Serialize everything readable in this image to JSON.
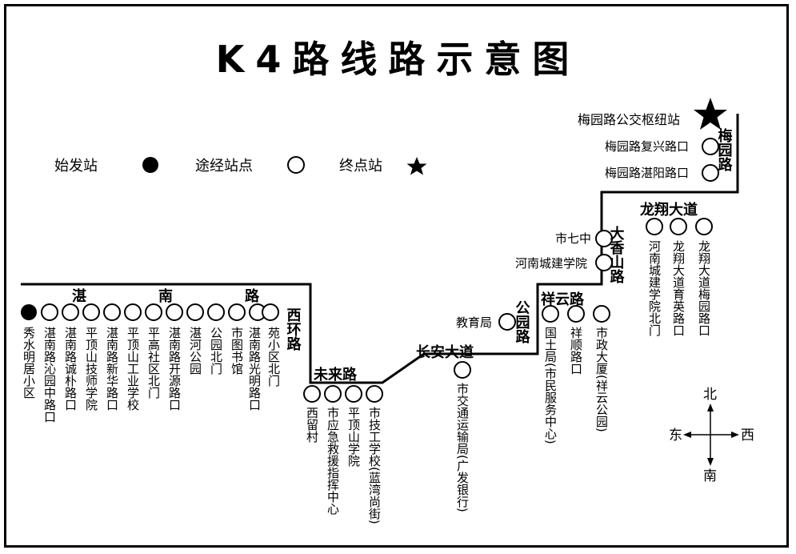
{
  "title": "K4路线路示意图",
  "legend": {
    "start_label": "始发站",
    "via_label": "途经站点",
    "end_label": "终点站"
  },
  "terminal_top": "梅园路公交枢纽站",
  "compass": {
    "north": "北",
    "south": "南",
    "east": "东",
    "west": "西"
  },
  "roads": {
    "meiyuan": "梅园路",
    "longxiang": "龙翔大道",
    "daxiangshan": "大香山路",
    "xiangyun": "祥云路",
    "gongyuan": "公园路",
    "changan": "长安大道",
    "weilai": "未来路",
    "xihuan": "西环路",
    "zhannan": "湛南路"
  },
  "stations": {
    "s1": "秀水明居小区",
    "s2": "湛南路沁园中路口",
    "s3": "湛南路诚朴路口",
    "s4": "平顶山技师学院",
    "s5": "湛南路新华路口",
    "s6": "平顶山工业学校",
    "s7": "平高社区北门",
    "s8": "湛南路开源路口",
    "s9": "湛河公园",
    "s10": "公园北门",
    "s11": "市图书馆",
    "s12": "湛南路光明路口",
    "s13": "苑小区北门",
    "s14": "西留村",
    "s15": "市应急救援指挥中心",
    "s16": "平顶山学院",
    "s17": "市技工学校(蓝湾尚街)",
    "s18": "市交通运输局(广发银行)",
    "s19": "教育局",
    "s20": "国土局(市民服务中心)",
    "s21": "祥顺路口",
    "s22": "市政大厦(祥云公园)",
    "s23": "河南城建学院",
    "s24": "市七中",
    "s25": "河南城建学院北门",
    "s26": "龙翔大道育英路口",
    "s27": "龙翔大道梅园路口",
    "s28": "梅园路湛阳路口",
    "s29": "梅园路复兴路口"
  }
}
